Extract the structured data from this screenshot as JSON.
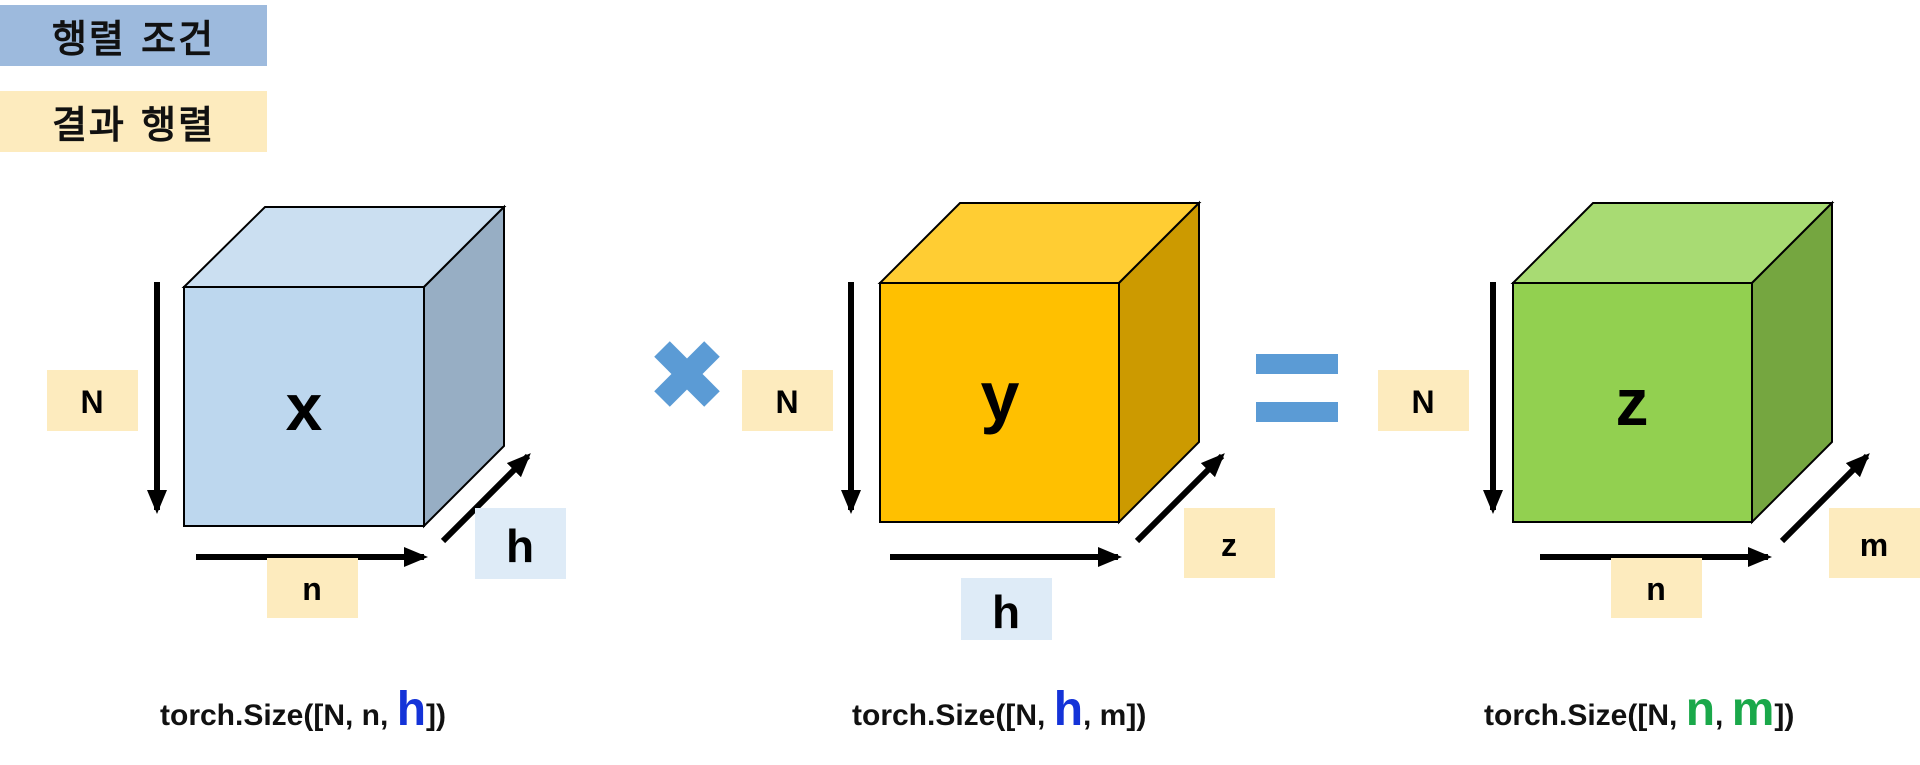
{
  "legend": {
    "condition_label": "행렬 조건",
    "result_label": "결과 행렬",
    "condition_color": "#9dbadd",
    "result_color": "#fdebbe"
  },
  "operators": {
    "multiply": "✖",
    "equals": "=",
    "color": "#5b9bd5"
  },
  "cubes": [
    {
      "name": "x",
      "front_color": "#bdd7ee",
      "top_color": "#cbdff1",
      "side_color": "#97aec4",
      "labels": {
        "vertical": "N",
        "horizontal": "n",
        "depth": "h"
      },
      "caption": {
        "prefix": "torch.Size([N,  n,  ",
        "c1": "",
        "sep": "",
        "c2": "h",
        "suffix": "])"
      }
    },
    {
      "name": "y",
      "front_color": "#ffc000",
      "top_color": "#ffcd33",
      "side_color": "#cc9a00",
      "labels": {
        "vertical": "N",
        "horizontal": "h",
        "depth": "z"
      },
      "caption": {
        "prefix": "torch.Size([N,  ",
        "c1": "h",
        "sep": ",  m])",
        "c2": "",
        "suffix": ""
      }
    },
    {
      "name": "z",
      "front_color": "#92d050",
      "top_color": "#a8db73",
      "side_color": "#75a640",
      "labels": {
        "vertical": "N",
        "horizontal": "n",
        "depth": "m"
      },
      "caption": {
        "prefix": "torch.Size([N,  ",
        "c1": "n",
        "sep": ",  ",
        "c2": "m",
        "suffix": "])"
      }
    }
  ]
}
